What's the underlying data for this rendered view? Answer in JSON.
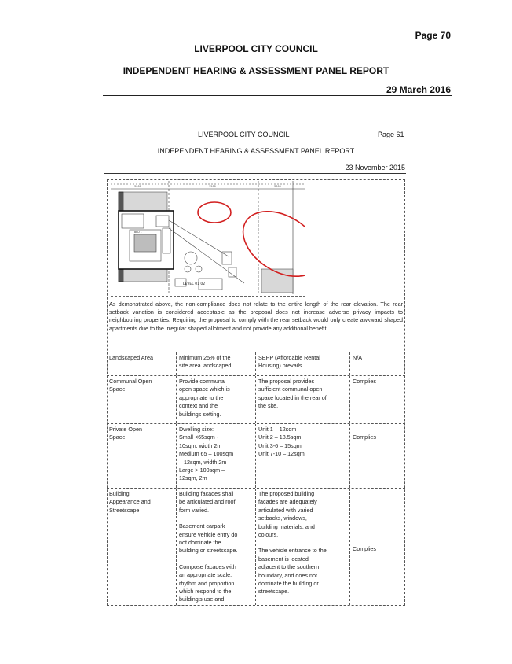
{
  "outer_header": {
    "page_number": "Page 70",
    "council": "LIVERPOOL CITY COUNCIL",
    "panel": "INDEPENDENT HEARING & ASSESSMENT PANEL REPORT",
    "date": "29 March 2016"
  },
  "inner_header": {
    "council": "LIVERPOOL CITY COUNCIL",
    "page_number": "Page 61",
    "panel": "INDEPENDENT HEARING & ASSESSMENT PANEL REPORT",
    "date": "23 November 2015"
  },
  "plan": {
    "label": "LEVEL 01 02",
    "room_label": "BED 1",
    "dimension_labels": [
      "3000",
      "1500",
      "3000"
    ],
    "annotation_color": "#d21f1f"
  },
  "paragraph": "As demonstrated above, the non-compliance does not relate to the entire length of the rear elevation. The rear setback variation is considered acceptable as the proposal does not increase adverse privacy impacts to neighbouring properties. Requiring the proposal to comply with the rear setback would only create awkward shaped apartments due to the irregular shaped allotment and not provide any additional benefit.",
  "table": {
    "rows": [
      {
        "item": [
          "Landscaped Area"
        ],
        "requirement": [
          "Minimum 25% of the",
          "site area landscaped."
        ],
        "proposal": [
          "SEPP (Affordable Rental",
          "Housing) prevails"
        ],
        "compliance": [
          "N/A"
        ]
      },
      {
        "item": [
          "Communal Open",
          "Space"
        ],
        "requirement": [
          "Provide communal",
          "open space which is",
          "appropriate to the",
          "context and the",
          "buildings setting."
        ],
        "proposal": [
          "The proposal provides",
          "sufficient communal open",
          "space located in the rear of",
          "the site."
        ],
        "compliance": [
          "Complies"
        ]
      },
      {
        "item": [
          "Private Open",
          "Space"
        ],
        "requirement": [
          "Dwelling size:",
          "Small <65sqm -",
          "10sqm, width 2m",
          "Medium 65 – 100sqm",
          "– 12sqm, width 2m",
          "Large > 100sqm –",
          "12sqm, 2m"
        ],
        "proposal": [
          "Unit 1 – 12sqm",
          "Unit 2 – 18.5sqm",
          "Unit 3-6 – 15sqm",
          "Unit 7-10 – 12sqm"
        ],
        "compliance": [
          "Complies"
        ]
      },
      {
        "item": [
          "Building",
          "Appearance and",
          "Streetscape"
        ],
        "requirement": [
          "Building facades shall",
          "be articulated and roof",
          "form varied.",
          "",
          "Basement carpark",
          "ensure vehicle entry do",
          "not dominate the",
          "building or streetscape.",
          "",
          "Compose facades with",
          "an appropriate scale,",
          "rhythm and proportion",
          "which respond to the",
          "building's use and"
        ],
        "proposal": [
          "The proposed building",
          "facades are adequately",
          "articulated with varied",
          "setbacks, windows,",
          "building materials, and",
          "colours.",
          "",
          "The vehicle entrance to the",
          "basement is located",
          "adjacent to the southern",
          "boundary, and does not",
          "dominate the building or",
          "streetscape."
        ],
        "compliance": [
          "",
          "",
          "",
          "",
          "",
          "",
          "",
          "Complies"
        ]
      }
    ]
  }
}
